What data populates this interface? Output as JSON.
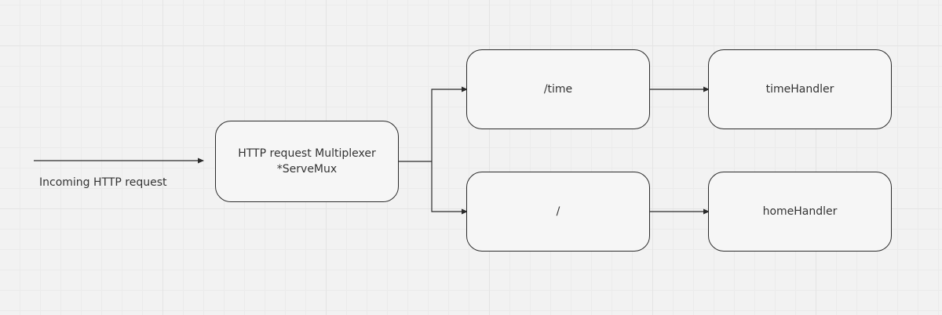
{
  "incoming": {
    "label": "Incoming HTTP request"
  },
  "mux": {
    "line1": "HTTP request Multiplexer",
    "line2": "*ServeMux"
  },
  "routes": [
    {
      "path": "/time",
      "handler": "timeHandler"
    },
    {
      "path": "/",
      "handler": "homeHandler"
    }
  ],
  "colors": {
    "background": "#f2f2f2",
    "grid": "#e4e4e4",
    "stroke": "#2b2b2b",
    "text": "#333333"
  }
}
